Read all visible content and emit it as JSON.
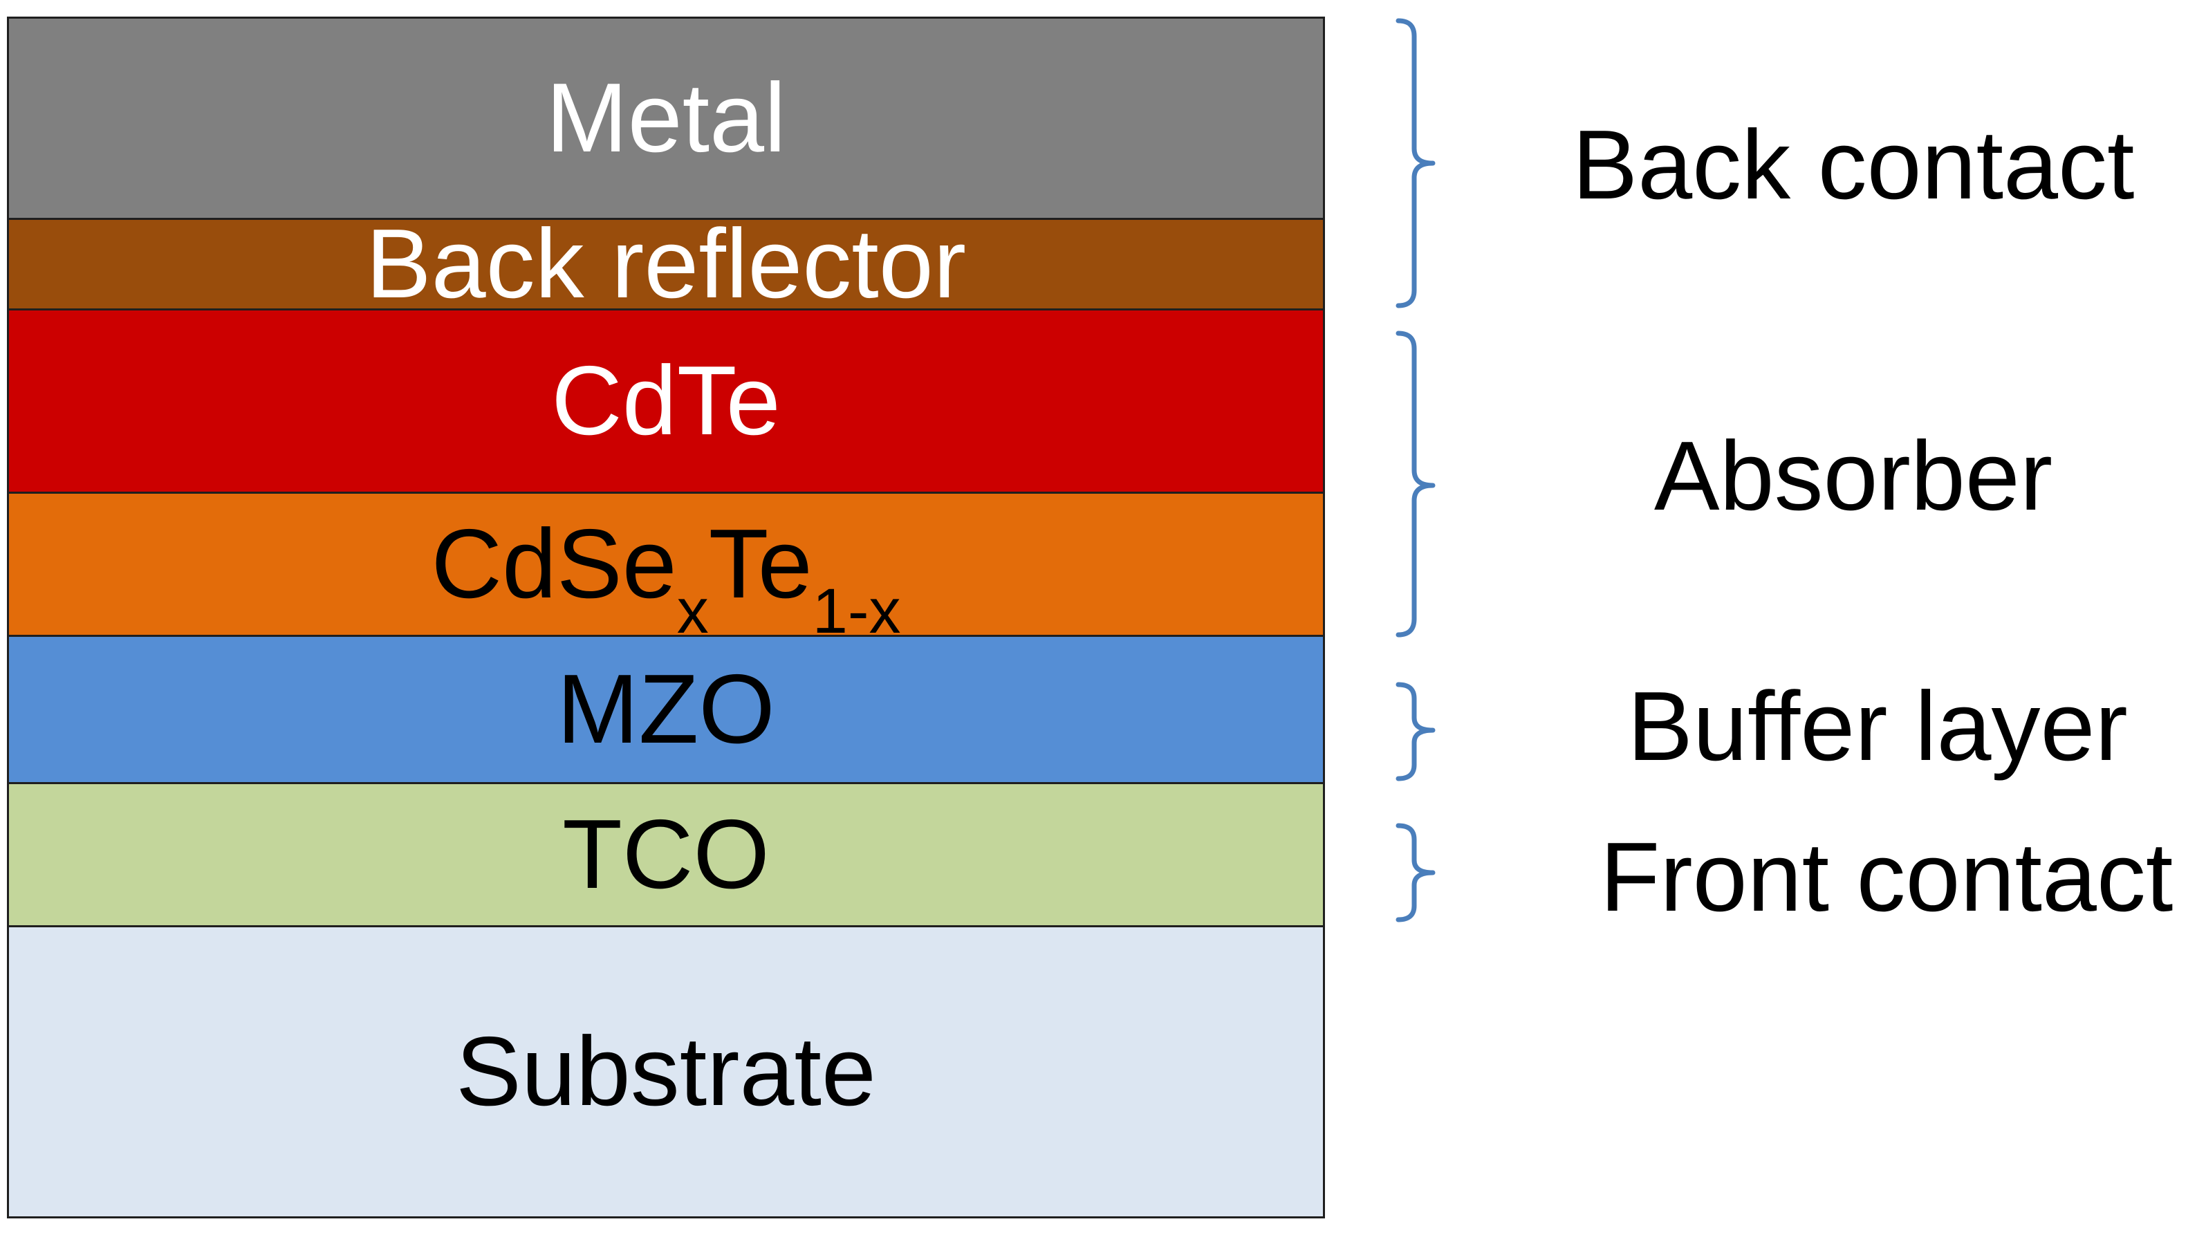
{
  "layers": [
    {
      "label": "Metal",
      "color": "#808080",
      "text_color": "#ffffff"
    },
    {
      "label": "Back reflector",
      "color": "#994d0c",
      "text_color": "#ffffff"
    },
    {
      "label": "CdTe",
      "color": "#cc0000",
      "text_color": "#ffffff"
    },
    {
      "label_main": "CdSe",
      "label_sub1": "x",
      "label_mid": "Te",
      "label_sub2": "1-x",
      "color": "#e36c0a",
      "text_color": "#000000"
    },
    {
      "label": "MZO",
      "color": "#558ed5",
      "text_color": "#000000"
    },
    {
      "label": "TCO",
      "color": "#c3d69b",
      "text_color": "#000000"
    },
    {
      "label": "Substrate",
      "color": "#dce6f2",
      "text_color": "#000000"
    }
  ],
  "groups": [
    {
      "label": "Back contact"
    },
    {
      "label": "Absorber"
    },
    {
      "label": "Buffer layer"
    },
    {
      "label": "Front contact"
    }
  ],
  "brace_color": "#4a7ebb"
}
